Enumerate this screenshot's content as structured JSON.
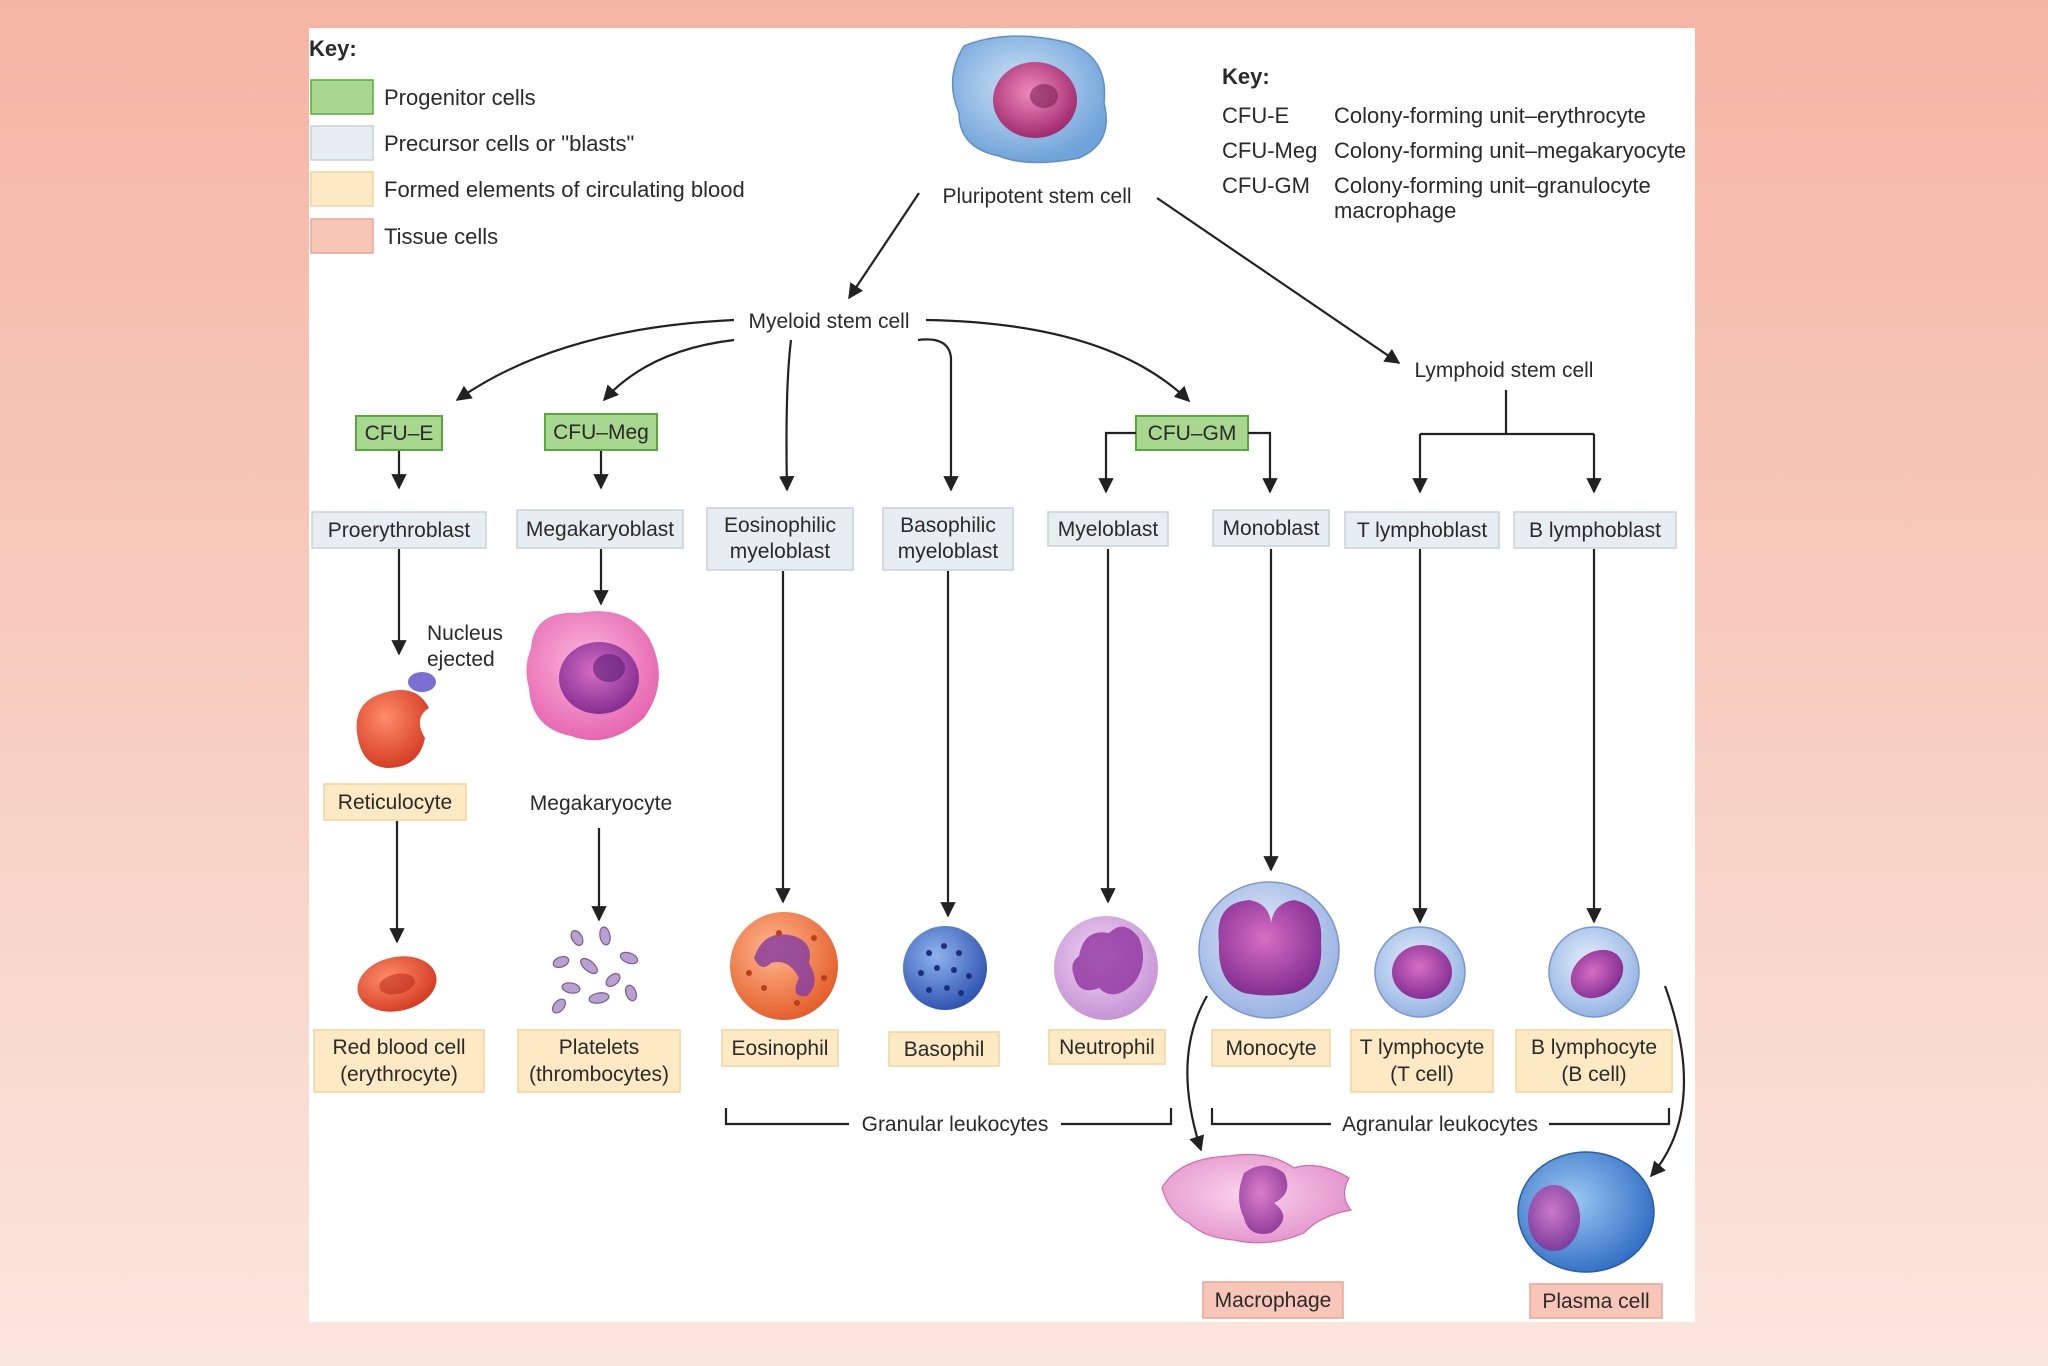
{
  "key_left": {
    "heading": "Key:",
    "items": [
      {
        "label": "Progenitor cells",
        "color": "#a8d88f"
      },
      {
        "label": "Precursor cells or \"blasts\"",
        "color": "#e6eef1"
      },
      {
        "label": "Formed elements of circulating blood",
        "color": "#fde9c3"
      },
      {
        "label": "Tissue cells",
        "color": "#f8c6b8"
      }
    ]
  },
  "key_right": {
    "heading": "Key:",
    "rows": [
      {
        "abbr": "CFU-E",
        "desc": "Colony-forming unit–erythrocyte",
        "desc2": ""
      },
      {
        "abbr": "CFU-Meg",
        "desc": "Colony-forming unit–megakaryocyte",
        "desc2": ""
      },
      {
        "abbr": "CFU-GM",
        "desc": "Colony-forming unit–granulocyte",
        "desc2": "macrophage"
      }
    ]
  },
  "stem": {
    "pluripotent": "Pluripotent stem cell",
    "myeloid": "Myeloid stem cell",
    "lymphoid": "Lymphoid stem cell"
  },
  "progenitors": {
    "cfu_e": "CFU–E",
    "cfu_meg": "CFU–Meg",
    "cfu_gm": "CFU–GM"
  },
  "precursors": {
    "proerythroblast": "Proerythroblast",
    "megakaryoblast": "Megakaryoblast",
    "eosinophilic_1": "Eosinophilic",
    "eosinophilic_2": "myeloblast",
    "basophilic_1": "Basophilic",
    "basophilic_2": "myeloblast",
    "myeloblast": "Myeloblast",
    "monoblast": "Monoblast",
    "t_lymphoblast": "T lymphoblast",
    "b_lymphoblast": "B lymphoblast"
  },
  "intermediate": {
    "nucleus_1": "Nucleus",
    "nucleus_2": "ejected",
    "reticulocyte": "Reticulocyte",
    "megakaryocyte": "Megakaryocyte"
  },
  "formed": {
    "rbc_1": "Red blood cell",
    "rbc_2": "(erythrocyte)",
    "platelets_1": "Platelets",
    "platelets_2": "(thrombocytes)",
    "eosinophil": "Eosinophil",
    "basophil": "Basophil",
    "neutrophil": "Neutrophil",
    "monocyte": "Monocyte",
    "t_lymph_1": "T lymphocyte",
    "t_lymph_2": "(T cell)",
    "b_lymph_1": "B lymphocyte",
    "b_lymph_2": "(B cell)"
  },
  "groups": {
    "granular": "Granular leukocytes",
    "agranular": "Agranular leukocytes"
  },
  "tissue": {
    "macrophage": "Macrophage",
    "plasma": "Plasma cell"
  }
}
